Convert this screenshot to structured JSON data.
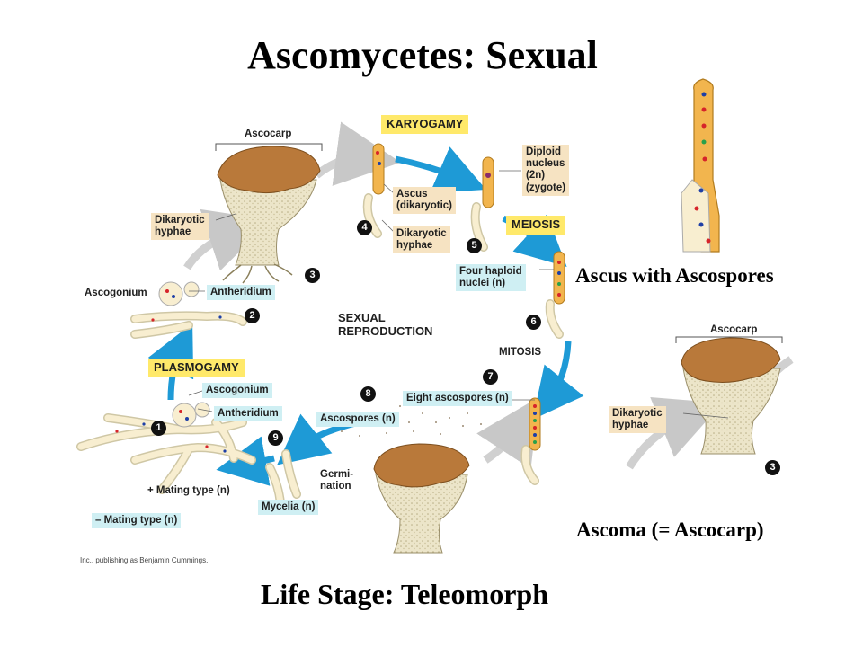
{
  "title": "Ascomycetes: Sexual",
  "captions": {
    "ascus_with_ascospores": "Ascus with Ascospores",
    "ascoma": "Ascoma (= Ascocarp)",
    "life_stage": "Life Stage: Teleomorph"
  },
  "diagram": {
    "labels": {
      "ascocarp": "Ascocarp",
      "dikaryotic_hyphae_1": "Dikaryotic",
      "dikaryotic_hyphae_2": "hyphae",
      "karyogamy": "KARYOGAMY",
      "diploid_1": "Diploid",
      "diploid_2": "nucleus",
      "diploid_3": "(2n)",
      "diploid_4": "(zygote)",
      "ascus_1": "Ascus",
      "ascus_2": "(dikaryotic)",
      "dik_hyphae_b_1": "Dikaryotic",
      "dik_hyphae_b_2": "hyphae",
      "meiosis": "MEIOSIS",
      "four_haploid_1": "Four haploid",
      "four_haploid_2": "nuclei (n)",
      "ascogonium_top": "Ascogonium",
      "antheridium_top": "Antheridium",
      "sexual_1": "SEXUAL",
      "sexual_2": "REPRODUCTION",
      "mitosis": "MITOSIS",
      "plasmogamy": "PLASMOGAMY",
      "ascogonium_bottom": "Ascogonium",
      "antheridium_bottom": "Antheridium",
      "eight_ascospores": "Eight ascospores (n)",
      "ascospores": "Ascospores (n)",
      "germination_1": "Germi-",
      "germination_2": "nation",
      "mating_plus": "+ Mating type (n)",
      "mating_minus": "– Mating type (n)",
      "mycelia": "Mycelia (n)",
      "inset_ascocarp": "Ascocarp",
      "inset_dik_1": "Dikaryotic",
      "inset_dik_2": "hyphae"
    },
    "steps": [
      "1",
      "2",
      "3",
      "4",
      "5",
      "6",
      "7",
      "8",
      "9",
      "3"
    ],
    "credit": "Inc., publishing as Benjamin Cummings."
  },
  "colors": {
    "arrow_blue": "#1e9ad6",
    "arrow_gray": "#c8c8c8",
    "ascocarp_cap": "#b9793a",
    "ascocarp_stalk": "#e9e2c6",
    "hyphae": "#f8eed0",
    "label_tan": "#f6e3c2",
    "label_cyan": "#cfeff3",
    "label_yellow": "#ffe96a",
    "ascus_orange": "#f2b54e",
    "nucleus_red": "#d6242a",
    "nucleus_blue": "#1e3fa6",
    "nucleus_green": "#2aa04a"
  }
}
